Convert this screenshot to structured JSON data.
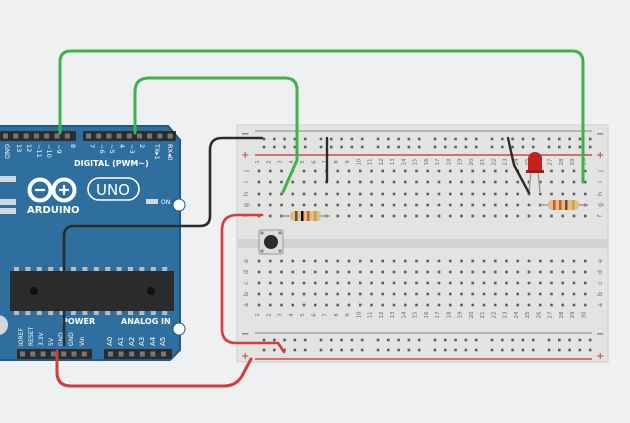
{
  "colors": {
    "background": "#eef0f2",
    "arduino_board": "#2f6f9f",
    "arduino_edge": "#1f5a86",
    "wire_green": "#3db44a",
    "wire_red": "#d83a3a",
    "wire_black": "#2b2b2b",
    "breadboard": "#e3e4e2",
    "rail_red": "#cc2a2a",
    "led_red": "#c61f1f"
  },
  "arduino": {
    "brand": "ARDUINO",
    "model": "UNO",
    "digital_label": "DIGITAL (PWM~)",
    "power_label": "POWER",
    "analog_label": "ANALOG IN",
    "on_label": "ON",
    "top_pins": [
      "GND",
      "13",
      "12",
      "~11",
      "~10",
      "~9",
      "8",
      "7",
      "~6",
      "~5",
      "4",
      "~3",
      "2",
      "TX▸1",
      "RX◂0"
    ],
    "power_pins": [
      "IOREF",
      "RESET",
      "3.3V",
      "5V",
      "GND",
      "GND",
      "Vin"
    ],
    "analog_pins": [
      "A0",
      "A1",
      "A2",
      "A3",
      "A4",
      "A5"
    ]
  },
  "breadboard": {
    "rail_plus": "+",
    "rail_minus": "−",
    "row_letters_top": [
      "j",
      "i",
      "h",
      "g",
      "f"
    ],
    "row_letters_bottom": [
      "e",
      "d",
      "c",
      "b",
      "a"
    ],
    "columns": [
      "1",
      "2",
      "3",
      "4",
      "5",
      "6",
      "7",
      "8",
      "9",
      "10",
      "11",
      "12",
      "13",
      "14",
      "15",
      "16",
      "17",
      "18",
      "19",
      "20",
      "21",
      "22",
      "23",
      "24",
      "25",
      "26",
      "27",
      "28",
      "29",
      "30"
    ]
  }
}
